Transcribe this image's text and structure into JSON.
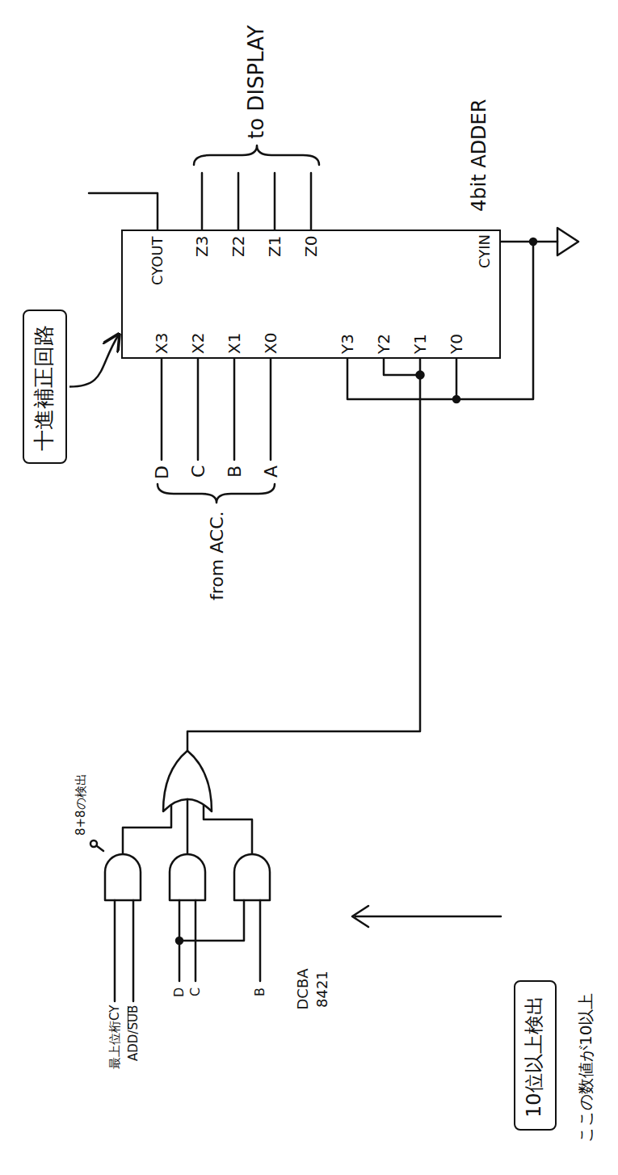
{
  "diagram": {
    "nodes": [
      {
        "text": [
          "十進補正回路"
        ]
      },
      {
        "text": [
          "4bit ADDER"
        ]
      },
      {
        "text": [
          "10位以上検出"
        ]
      }
    ],
    "edges": [
      {
        "from": 0,
        "to": 1,
        "arrow": "to"
      }
    ],
    "labels": [
      "to DISPLAY",
      "CYOUT",
      "Z3",
      "Z2",
      "Z1",
      "Z0",
      "X3",
      "X2",
      "X1",
      "X0",
      "Y3",
      "Y2",
      "Y1",
      "Y0",
      "CYIN",
      "from ACC.",
      "D",
      "C",
      "B",
      "A",
      "8+8の検出",
      "最上位桁CY",
      "ADD/SUB",
      "D",
      "C",
      "B",
      "DCBA",
      "8421",
      "ここの数値が10以上"
    ]
  }
}
